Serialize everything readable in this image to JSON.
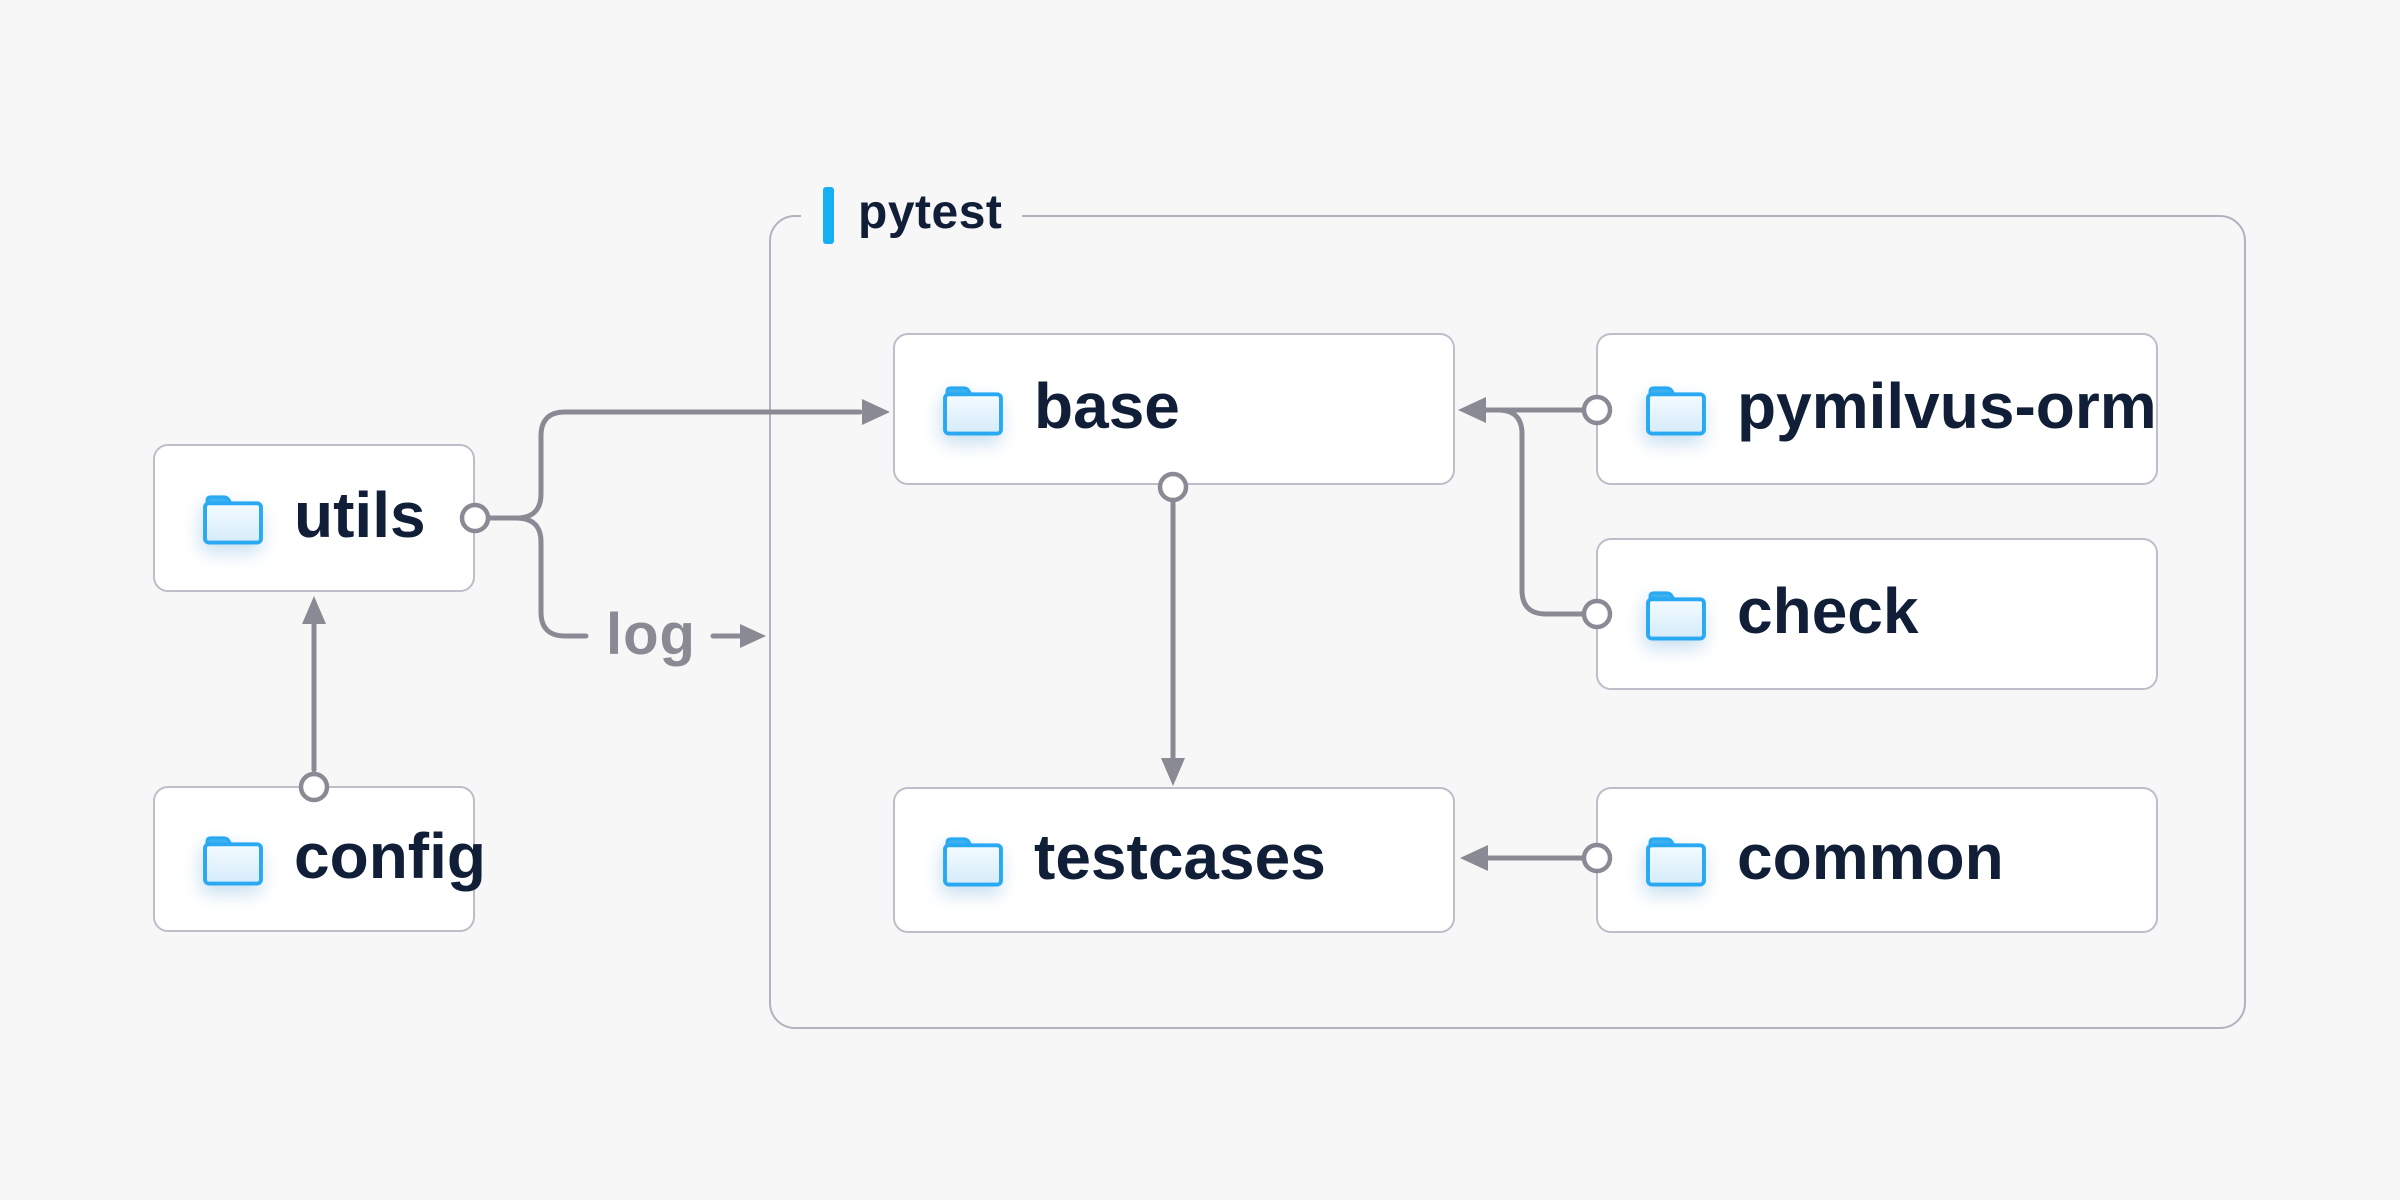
{
  "diagram": {
    "group": {
      "label": "pytest",
      "children": [
        "base",
        "pymilvus-orm",
        "check",
        "testcases",
        "common"
      ]
    },
    "nodes": [
      {
        "id": "utils",
        "label": "utils",
        "icon": "folder-icon"
      },
      {
        "id": "config",
        "label": "config",
        "icon": "folder-icon"
      },
      {
        "id": "base",
        "label": "base",
        "icon": "folder-icon"
      },
      {
        "id": "pymilvus-orm",
        "label": "pymilvus-orm",
        "icon": "folder-icon"
      },
      {
        "id": "check",
        "label": "check",
        "icon": "folder-icon"
      },
      {
        "id": "testcases",
        "label": "testcases",
        "icon": "folder-icon"
      },
      {
        "id": "common",
        "label": "common",
        "icon": "folder-icon"
      }
    ],
    "edges": [
      {
        "from": "config",
        "to": "utils",
        "label": ""
      },
      {
        "from": "utils",
        "to": "base",
        "label": ""
      },
      {
        "from": "utils",
        "to": "pytest",
        "label": "log"
      },
      {
        "from": "pymilvus-orm",
        "to": "base",
        "label": ""
      },
      {
        "from": "check",
        "to": "base",
        "label": ""
      },
      {
        "from": "base",
        "to": "testcases",
        "label": ""
      },
      {
        "from": "common",
        "to": "testcases",
        "label": ""
      }
    ],
    "colors": {
      "background": "#f7f7f8",
      "node_fill": "#ffffff",
      "node_border": "#bcbfc9",
      "group_border": "#b1b3bf",
      "connector": "#8a8a94",
      "label_text": "#101e38",
      "edge_label_text": "#8a8a94",
      "accent_bar": "#17aff4",
      "folder_stroke": "#2aa9f3",
      "folder_tab": "#3cb0f0"
    }
  }
}
